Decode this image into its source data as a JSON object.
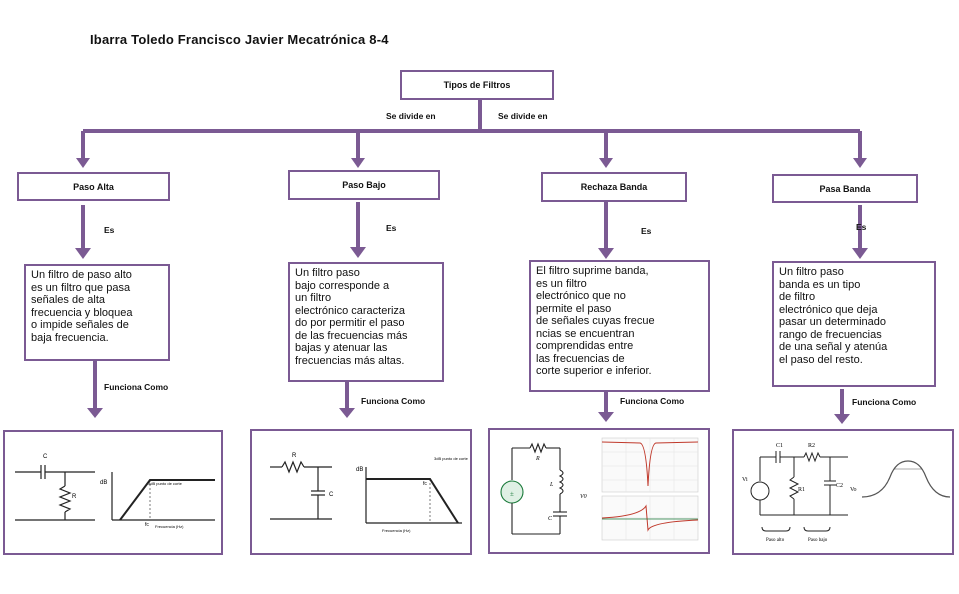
{
  "title": "Ibarra  Toledo Francisco Javier Mecatrónica  8-4",
  "root": {
    "label": "Tipos de Filtros"
  },
  "edge_labels": {
    "left": "Se divide en",
    "right": "Se divide en"
  },
  "connector_es": "Es",
  "connector_funciona": "Funciona  Como",
  "branches": [
    {
      "label": "Paso Alta",
      "description_lines": [
        "Un filtro de paso alto",
        "es un filtro que pasa",
        "señales de alta",
        "frecuencia y bloquea",
        "o impide señales de",
        "baja frecuencia."
      ],
      "circuit": {
        "left_label": "C",
        "res_label": "R",
        "db_label": "dB",
        "cutoff_label": "3dB punto de corte",
        "fc_label": "fc",
        "axis_label": "Frecuencia (Hz)"
      }
    },
    {
      "label": "Paso Bajo",
      "description_lines": [
        "Un filtro paso",
        "bajo corresponde a",
        "un filtro",
        "electrónico caracteriza",
        "do por permitir el paso",
        "de las frecuencias más",
        "bajas y atenuar las",
        "frecuencias más altas."
      ],
      "circuit": {
        "res_label": "R",
        "cap_label": "C",
        "db_label": "dB",
        "cutoff_label": "3dB punto de corte",
        "fc_label": "fc",
        "axis_label": "Frecuencia (Hz)"
      }
    },
    {
      "label": "Rechaza Banda",
      "description_lines": [
        "El filtro suprime banda,",
        "es un filtro",
        "electrónico que no",
        "permite el paso",
        "de señales cuyas frecue",
        "ncias se encuentran",
        "comprendidas entre",
        "las frecuencias de",
        "corte superior e inferior."
      ],
      "circuit": {
        "res_label": "R",
        "ind_label": "L",
        "cap_label": "C",
        "vout_label": "V0"
      }
    },
    {
      "label": "Pasa Banda",
      "description_lines": [
        "Un filtro paso",
        "banda es un tipo",
        "de filtro",
        "electrónico que deja",
        "pasar un determinado",
        "rango de frecuencias",
        "de una señal y atenúa",
        "el paso del resto."
      ],
      "circuit": {
        "c1_label": "C1",
        "r2_label": "R2",
        "r1_label": "R1",
        "c2_label": "C2",
        "vin_label": "Vi",
        "vout_label": "Vo",
        "stage1_label": "Paso alto",
        "stage2_label": "Paso bajo"
      }
    }
  ],
  "colors": {
    "border": "#7b5a93",
    "arrow": "#7b5a93"
  }
}
